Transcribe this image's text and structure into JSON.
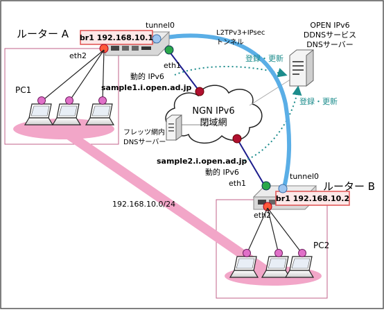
{
  "router_a": {
    "title": "ルーター A",
    "address": "br1 192.168.10.1",
    "eth2": "eth2",
    "eth1": "eth1",
    "tunnel": "tunnel0",
    "ipv6": "動的 IPv6",
    "hostname": "sample1.i.open.ad.jp",
    "pc_label": "PC1"
  },
  "router_b": {
    "title": "ルーター B",
    "address": "br1 192.168.10.2",
    "eth2": "eth2",
    "eth1": "eth1",
    "tunnel": "tunnel0",
    "ipv6": "動的 IPv6",
    "hostname": "sample2.i.open.ad.jp",
    "pc_label": "PC2"
  },
  "tunnel": {
    "line1": "L2TPv3+IPsec",
    "line2": "トンネル"
  },
  "ngn": {
    "line1": "NGN IPv6",
    "line2": "閉域網"
  },
  "flets": {
    "line1": "フレッツ網内",
    "line2": "DNSサーバー"
  },
  "ddns": {
    "line1": "OPEN IPv6",
    "line2": "DDNSサービス",
    "line3": "DNSサーバー"
  },
  "register": {
    "top": "登録・更新",
    "bottom": "登録・更新"
  },
  "lan": {
    "subnet": "192.168.10.0/24"
  },
  "colors": {
    "tunnel": "#5aaee6",
    "lan": "#f2a6c8",
    "ngn_line": "#1c1c8c",
    "dotted": "#1c8c8c",
    "box_border": "#c0608a",
    "label_bg": "#fde8e8",
    "label_border": "#e05050"
  }
}
